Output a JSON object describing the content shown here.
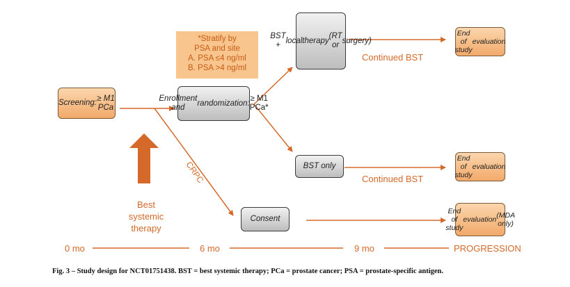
{
  "nodes": {
    "screening": [
      "Screening:",
      "≥ M1 PCa"
    ],
    "enrollment": [
      "Enrollment and",
      "randomization:",
      "≥ M1 PCa*"
    ],
    "bst_local": [
      "BST +",
      "local",
      "therapy",
      "(RT or",
      "surgery)"
    ],
    "bst_only": [
      "BST only"
    ],
    "consent": [
      "Consent"
    ],
    "end1": [
      "End of study",
      "evaluation"
    ],
    "end2": [
      "End of study",
      "evaluation"
    ],
    "end3": [
      "End of study",
      "evaluation",
      "(MDA only)"
    ]
  },
  "stratify_note": [
    "*Stratify by",
    "PSA and site",
    "A. PSA ≤4 ng/ml",
    "B. PSA >4 ng/ml"
  ],
  "labels": {
    "continued_bst_top": "Continued BST",
    "continued_bst_bottom": "Continued BST",
    "crpc": "CRPC",
    "best_systemic": [
      "Best",
      "systemic",
      "therapy"
    ]
  },
  "timeline": {
    "t0": "0 mo",
    "t6": "6 mo",
    "t9": "9 mo",
    "end": "PROGRESSION"
  },
  "caption": "Fig. 3 – Study design for NCT01751438. BST = best systemic therapy; PCa = prostate cancer; PSA = prostate-specific antigen.",
  "colors": {
    "orange": "#d5692a",
    "box_orange_top": "#fbd6ad",
    "box_orange_bottom": "#f2a96a",
    "box_grey_top": "#f1f1f1",
    "box_grey_bottom": "#bdbdbd",
    "note_fill": "#f9c58f"
  }
}
